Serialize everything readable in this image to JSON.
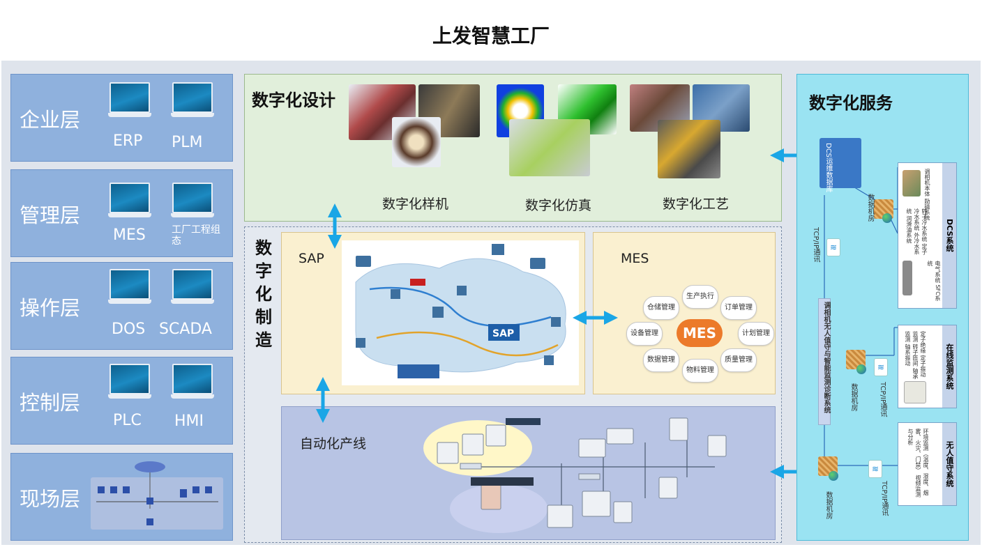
{
  "title": "上发智慧工厂",
  "layers": [
    {
      "name": "企业层",
      "systems": [
        "ERP",
        "PLM"
      ]
    },
    {
      "name": "管理层",
      "systems": [
        "MES",
        "工厂工程组态"
      ]
    },
    {
      "name": "操作层",
      "systems": [
        "DOS",
        "SCADA"
      ]
    },
    {
      "name": "控制层",
      "systems": [
        "PLC",
        "HMI"
      ]
    },
    {
      "name": "现场层",
      "systems": []
    }
  ],
  "design": {
    "title": "数字化设计",
    "captions": [
      "数字化样机",
      "数字化仿真",
      "数字化工艺"
    ]
  },
  "manufacturing": {
    "title": "数字化制造",
    "sap_label": "SAP",
    "sap_logo": "SAP",
    "mes_label": "MES",
    "mes_center": "MES",
    "mes_nodes": [
      "生产执行",
      "订单管理",
      "计划管理",
      "质量管理",
      "物料管理",
      "数据管理",
      "设备管理",
      "仓储管理"
    ],
    "auto_label": "自动化产线"
  },
  "service": {
    "title": "数字化服务",
    "cloud_label": "DCS运维数据库",
    "tcp_label": "TCP/IP通讯",
    "data_label": "数据机房",
    "vertical_bus": "调相机无人值守与智能监测诊断系统",
    "systems": [
      {
        "title": "DCS系统",
        "items": [
          "调相机本体",
          "励磁系统",
          "转子冷水系统",
          "定子冷水系统",
          "外冷水系统",
          "润滑油系统",
          "电气系统",
          "SFC系统"
        ]
      },
      {
        "title": "在线监测系统",
        "items": [
          "定子绝缘",
          "定子振动监测",
          "转子匝间",
          "轴承监测",
          "轴系振动"
        ]
      },
      {
        "title": "无人值守系统",
        "items": [
          "环境监测（温度、湿度、烟雾、火灾、门禁）",
          "视频监测与分析"
        ]
      }
    ]
  },
  "colors": {
    "layer_blue": "#8fb1dd",
    "design_green": "#e1efdb",
    "mfg_cream": "#faf0d0",
    "auto_blue": "#b8c4e4",
    "service_cyan": "#9ae3f2",
    "arrow_blue": "#1aa6e6",
    "mes_orange": "#ec7a2a"
  }
}
